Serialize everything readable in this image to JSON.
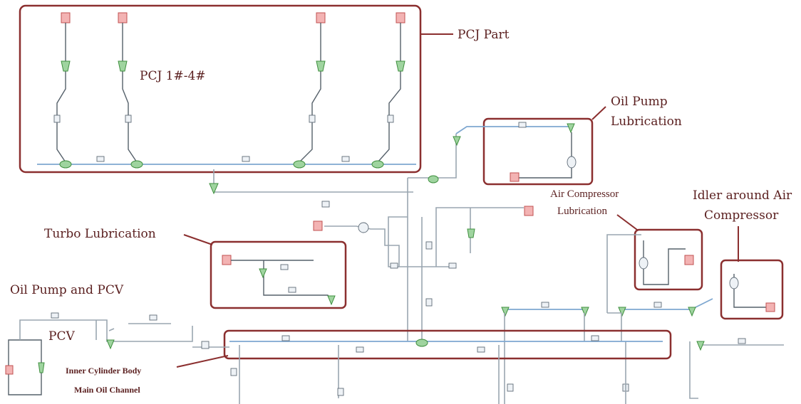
{
  "labels": {
    "pcj_part": "PCJ Part",
    "pcj_range": "PCJ 1#-4#",
    "oil_pump_lubrication_1": "Oil Pump",
    "oil_pump_lubrication_2": "Lubrication",
    "air_compressor_lubrication_1": "Air Compressor",
    "air_compressor_lubrication_2": "Lubrication",
    "idler_1": "Idler around Air",
    "idler_2": "Compressor",
    "turbo_lubrication": "Turbo Lubrication",
    "oil_pump_pcv": "Oil Pump and PCV",
    "pcv": "PCV",
    "inner_cylinder_1": "Inner Cylinder Body",
    "inner_cylinder_2": "Main Oil Channel"
  },
  "colors": {
    "region_outline": "#8b2f2f",
    "label_text": "#5a1f1f",
    "pipe": "#9aa6b0",
    "node_fill": "#f3b3b3",
    "valve_fill": "#9fd49f"
  }
}
